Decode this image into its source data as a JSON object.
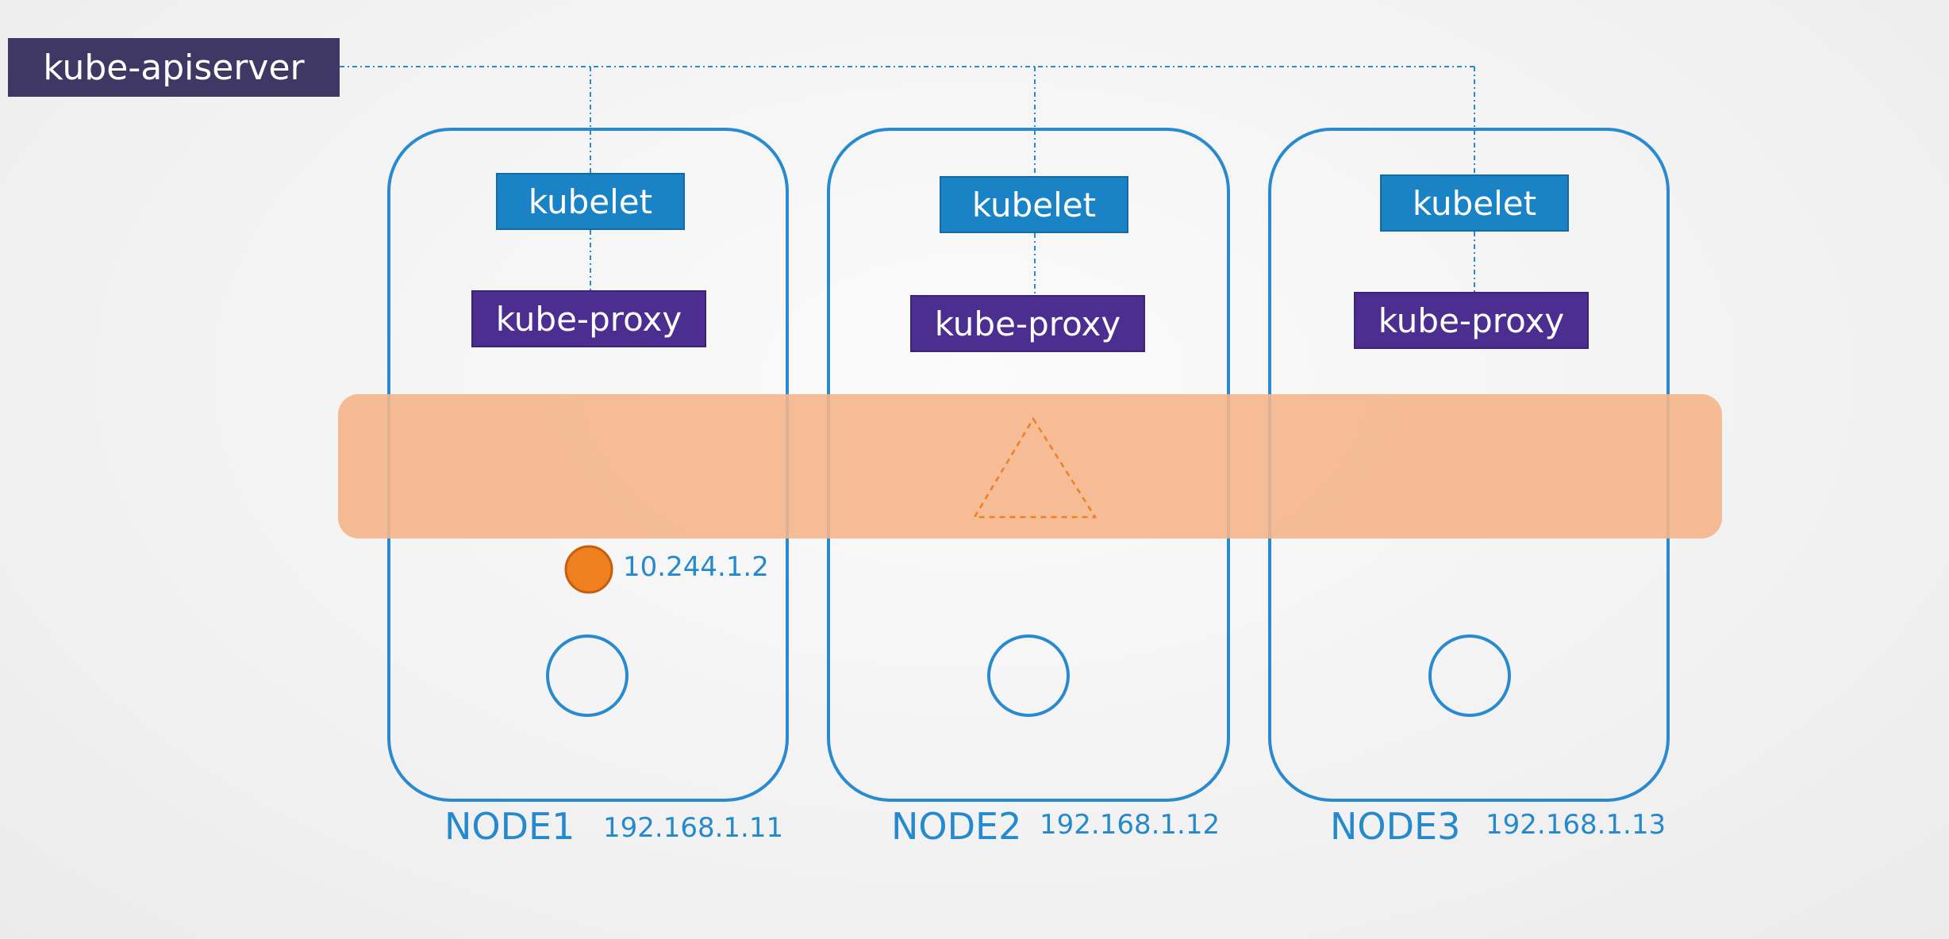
{
  "apiserver": {
    "label": "kube-apiserver"
  },
  "nodes": [
    {
      "name": "NODE1",
      "ip": "192.168.1.11",
      "kubelet": "kubelet",
      "proxy": "kube-proxy"
    },
    {
      "name": "NODE2",
      "ip": "192.168.1.12",
      "kubelet": "kubelet",
      "proxy": "kube-proxy"
    },
    {
      "name": "NODE3",
      "ip": "192.168.1.13",
      "kubelet": "kubelet",
      "proxy": "kube-proxy"
    }
  ],
  "pod": {
    "ip": "10.244.1.2"
  },
  "colors": {
    "node_border": "#2a8ad0",
    "kubelet": "#1a83c6",
    "kube_proxy": "#4c2e91",
    "apiserver": "#3f3865",
    "service_band": "#f4b58a",
    "pod": "#f07f1f",
    "text_blue": "#2489cd"
  }
}
